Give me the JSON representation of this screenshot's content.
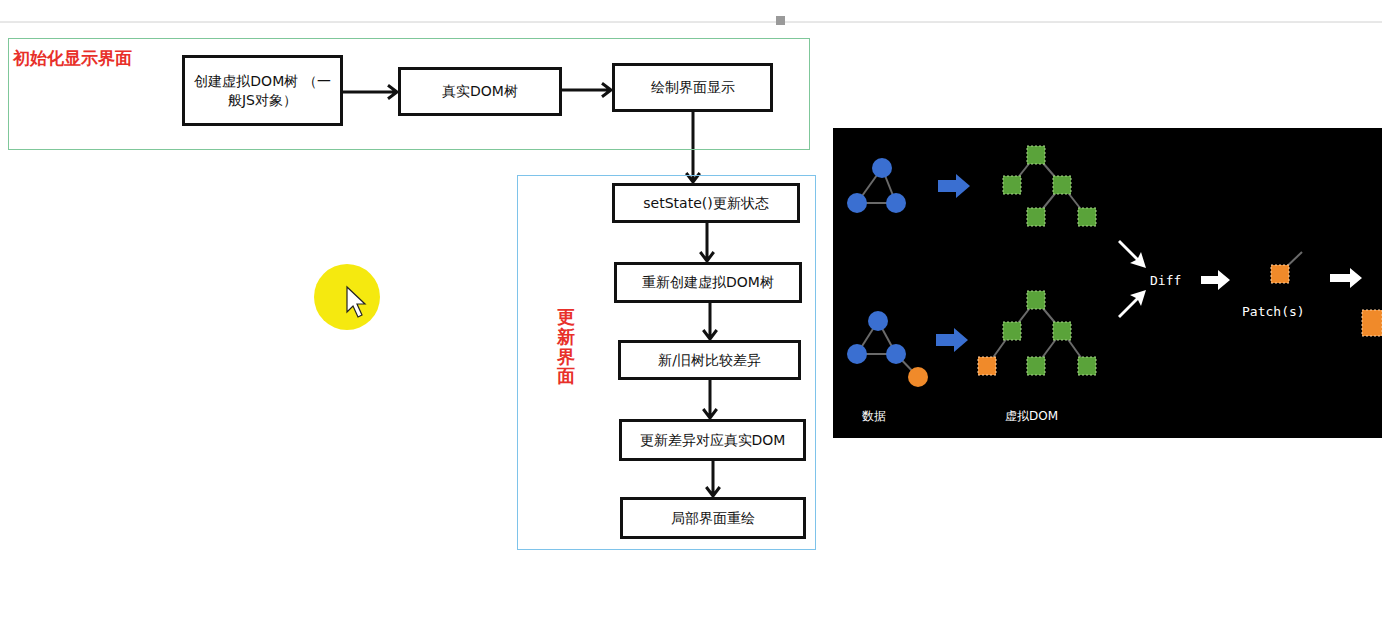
{
  "diagram": {
    "nodes": [
      {
        "text": [
          "初始化显示界面"
        ]
      },
      {
        "text": [
          "创建虚拟DOM树 （一般JS对象）"
        ],
        "in": 0
      },
      {
        "text": [
          "真实DOM树"
        ],
        "in": 0
      },
      {
        "text": [
          "绘制界面显示"
        ],
        "in": 0
      },
      {
        "text": [
          "更新界面"
        ]
      },
      {
        "text": [
          "setState()更新状态"
        ],
        "in": 4
      },
      {
        "text": [
          "重新创建虚拟DOM树"
        ],
        "in": 4
      },
      {
        "text": [
          "新/旧树比较差异"
        ],
        "in": 4
      },
      {
        "text": [
          "更新差异对应真实DOM"
        ],
        "in": 4
      },
      {
        "text": [
          "局部界面重绘"
        ],
        "in": 4
      }
    ],
    "edges": [
      {
        "from": 1,
        "to": 2,
        "arrow": "to"
      },
      {
        "from": 2,
        "to": 3,
        "arrow": "to"
      },
      {
        "from": 3,
        "to": 5,
        "arrow": "to"
      },
      {
        "from": 5,
        "to": 6,
        "arrow": "to"
      },
      {
        "from": 6,
        "to": 7,
        "arrow": "to"
      },
      {
        "from": 7,
        "to": 8,
        "arrow": "to"
      },
      {
        "from": 8,
        "to": 9,
        "arrow": "to"
      }
    ],
    "labels": [
      "Diff",
      "Patch(s)",
      "数据",
      "虚拟DOM"
    ]
  }
}
